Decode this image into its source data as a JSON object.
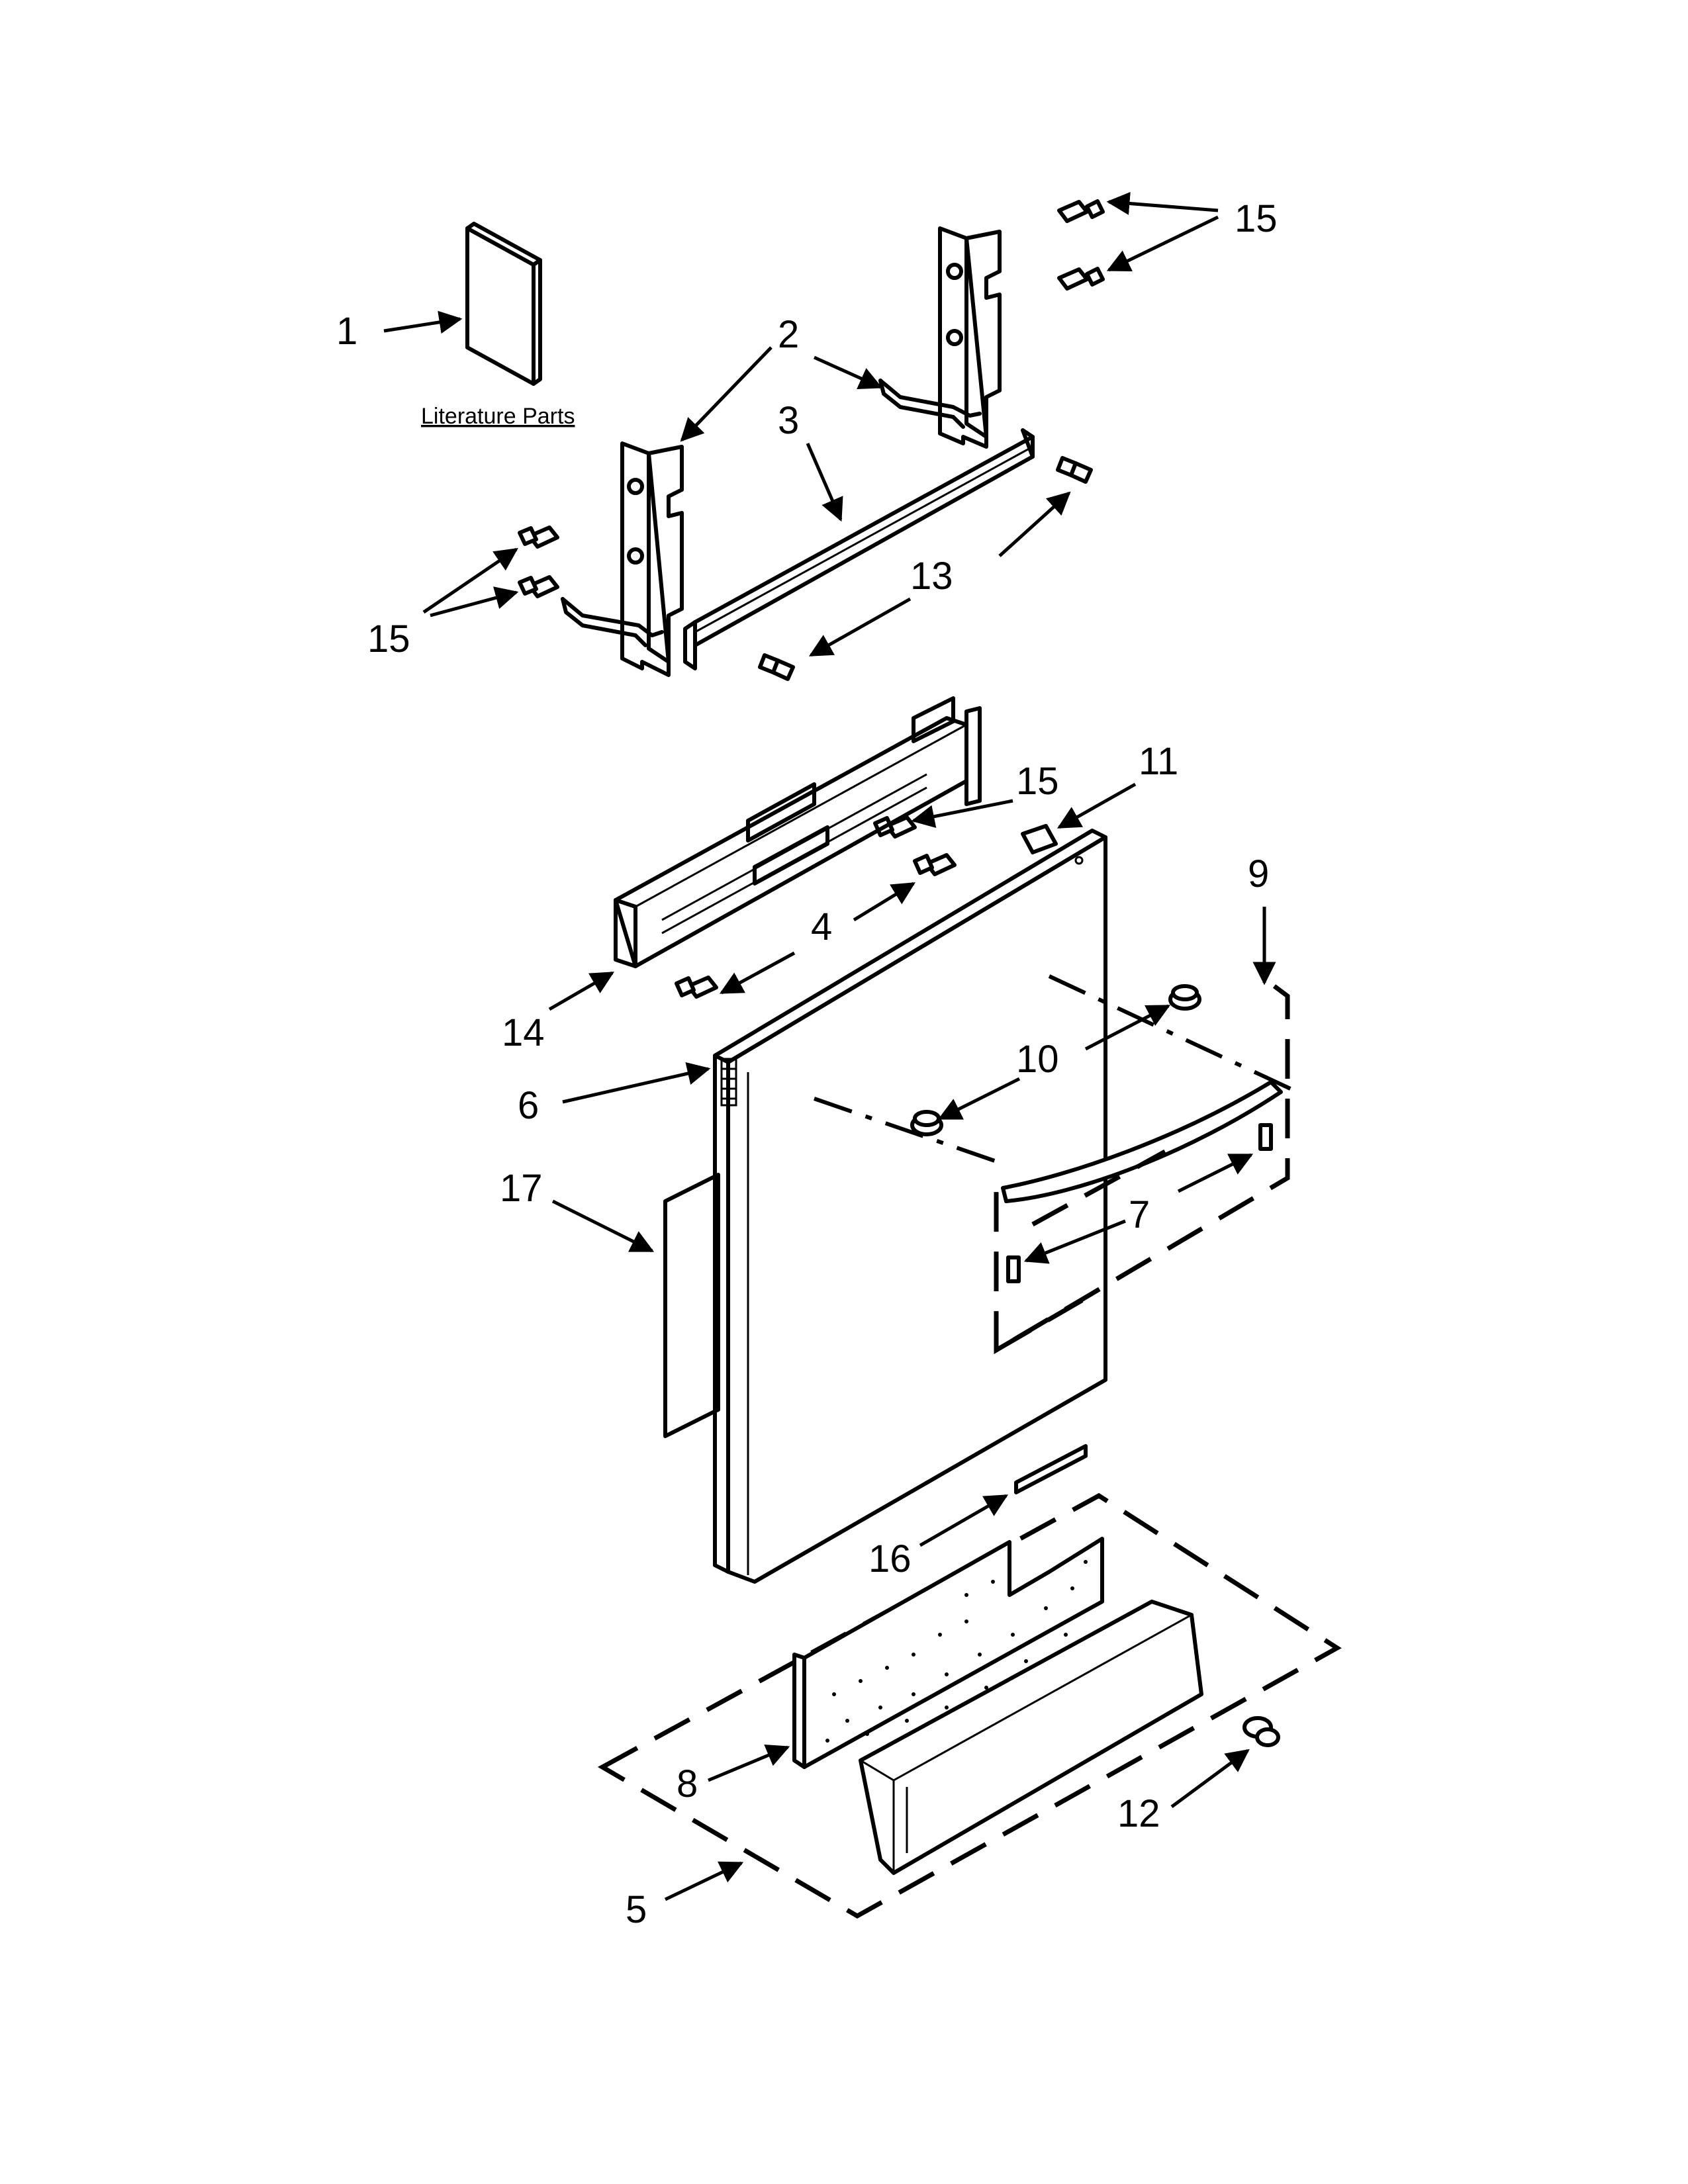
{
  "literature_label": "Literature Parts",
  "callouts": {
    "c1": "1",
    "c2": "2",
    "c3": "3",
    "c4": "4",
    "c5": "5",
    "c6": "6",
    "c7": "7",
    "c8": "8",
    "c9": "9",
    "c10": "10",
    "c11": "11",
    "c12": "12",
    "c13": "13",
    "c14": "14",
    "c15a": "15",
    "c15b": "15",
    "c15c": "15",
    "c16": "16",
    "c17": "17"
  }
}
